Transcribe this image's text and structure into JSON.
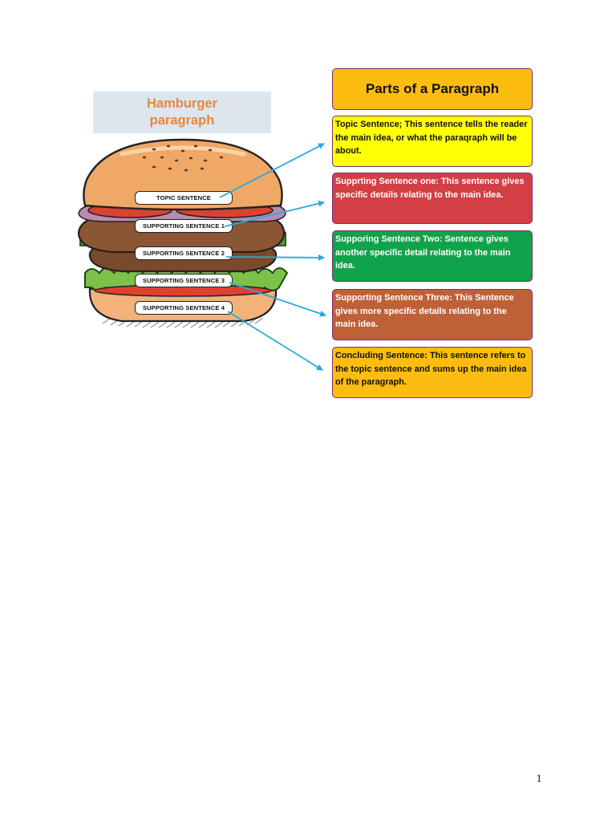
{
  "burger": {
    "title": "Hamburger\nparagraph",
    "labels": [
      "TOPIC SENTENCE",
      "SUPPORTING SENTENCE 1",
      "SUPPORTING SENTENCE  2",
      "SUPPORTING SENTENCE  3",
      "SUPPORTING SENTENCE  4"
    ]
  },
  "parts": {
    "header": "Parts of a Paragraph",
    "cards": [
      "Topic Sentence; This sentence tells the reader the main idea, or what the paraqraph will be about.",
      "Supprting Sentence one: This sentence gives specific details relating to the main idea.",
      "Supporing Sentence Two: Sentence gives another specific detail relating to the main idea.",
      "Supporting Sentence Three: This Sentence gives more specific details relating to the main idea.",
      "Concluding Sentence: This sentence refers to the topic sentence and sums up the main idea of the paragraph."
    ]
  },
  "colors": {
    "arrow": "#29a8df",
    "header_bg": "#fdbd10",
    "topic": "#ffff05",
    "supporting_one": "#d23f44",
    "supporting_two": "#11a34b",
    "supporting_three": "#bf6138",
    "concluding": "#fdbd10",
    "title_text": "#e8873a",
    "title_bg": "#dde6ef"
  },
  "page_number": "1"
}
